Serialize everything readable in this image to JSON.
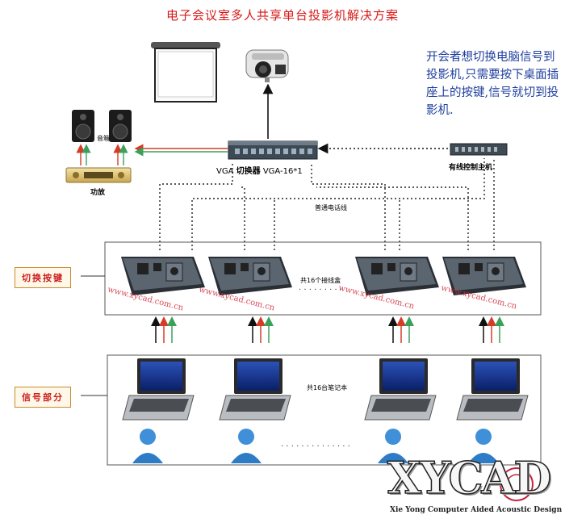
{
  "title": "电子会议室多人共享单台投影机解决方案",
  "description": "开会者想切换电脑信号到投影机,只需要按下桌面插座上的按键,信号就切到投影机.",
  "devices": {
    "speaker_label": "音箱",
    "amplifier_label": "功放",
    "switcher_prefix": "VGA",
    "switcher_bold": "切换器",
    "switcher_model": "VGA-16*1",
    "controller_label": "有线控制主机"
  },
  "cable_label": "普通电话线",
  "sections": {
    "switch_keys": "切换按键",
    "signal_part": "信号部分"
  },
  "socket_count_label": "共16个接线盒",
  "laptop_count_label": "共16台笔记本",
  "watermark_text": "www.xycad.com.cn",
  "logo": {
    "text": "XYCAD",
    "tagline": "Xie Yong Computer Aided Acoustic Design"
  },
  "colors": {
    "title": "#d81818",
    "description": "#1e3f9e",
    "watermark": "#d42a3c",
    "arrow_red": "#d43c28",
    "arrow_green": "#3aa05a",
    "arrow_black": "#111111"
  }
}
